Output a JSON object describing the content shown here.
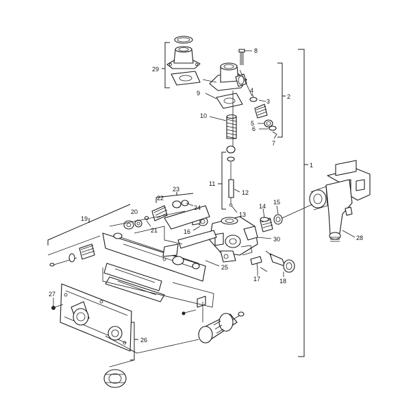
{
  "labels": {
    "l1": "1",
    "l2": "2",
    "l3": "3",
    "l4": "4",
    "l5": "5",
    "l6": "6",
    "l7": "7",
    "l8": "8",
    "l9": "9",
    "l10": "10",
    "l11": "11",
    "l12": "12",
    "l13": "13",
    "l14": "14",
    "l15": "15",
    "l16": "16",
    "l17": "17",
    "l18": "18",
    "l19": "19",
    "l20": "20",
    "l21": "21",
    "l22": "22",
    "l23": "23",
    "l24": "24",
    "l25": "25",
    "l26": "26",
    "l27": "27",
    "l28": "28",
    "l29": "29",
    "l30": "30"
  },
  "colors": {
    "line": "#1a1a1a",
    "background": "#ffffff"
  }
}
